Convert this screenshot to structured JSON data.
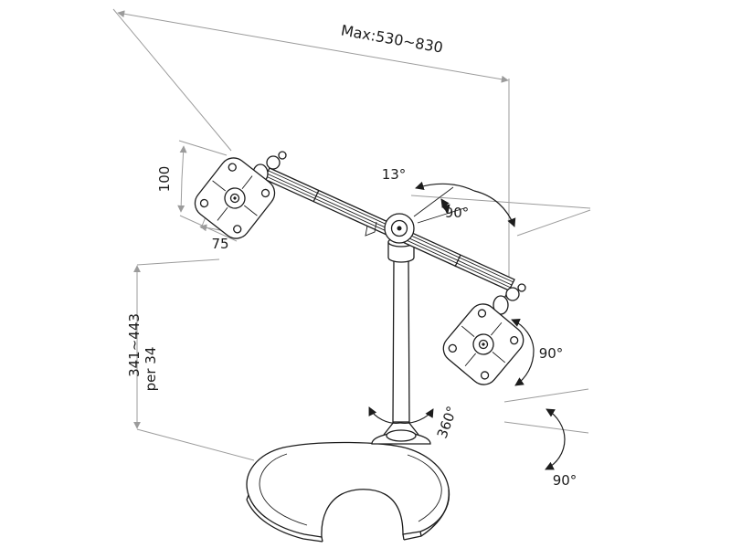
{
  "labels": {
    "max_width": "Max:530~830",
    "vesa_height": "100",
    "vesa_width": "75",
    "height_range": "341~443",
    "height_step": "per 34",
    "tilt_angle": "13°",
    "swivel_angle_top": "90°",
    "swivel_angle_side": "90°",
    "pole_rotation": "360°",
    "rotation_angle_bottom": "90°"
  },
  "colors": {
    "line": "#1c1c1c",
    "dimension": "#9b9b9b",
    "background": "#ffffff"
  }
}
